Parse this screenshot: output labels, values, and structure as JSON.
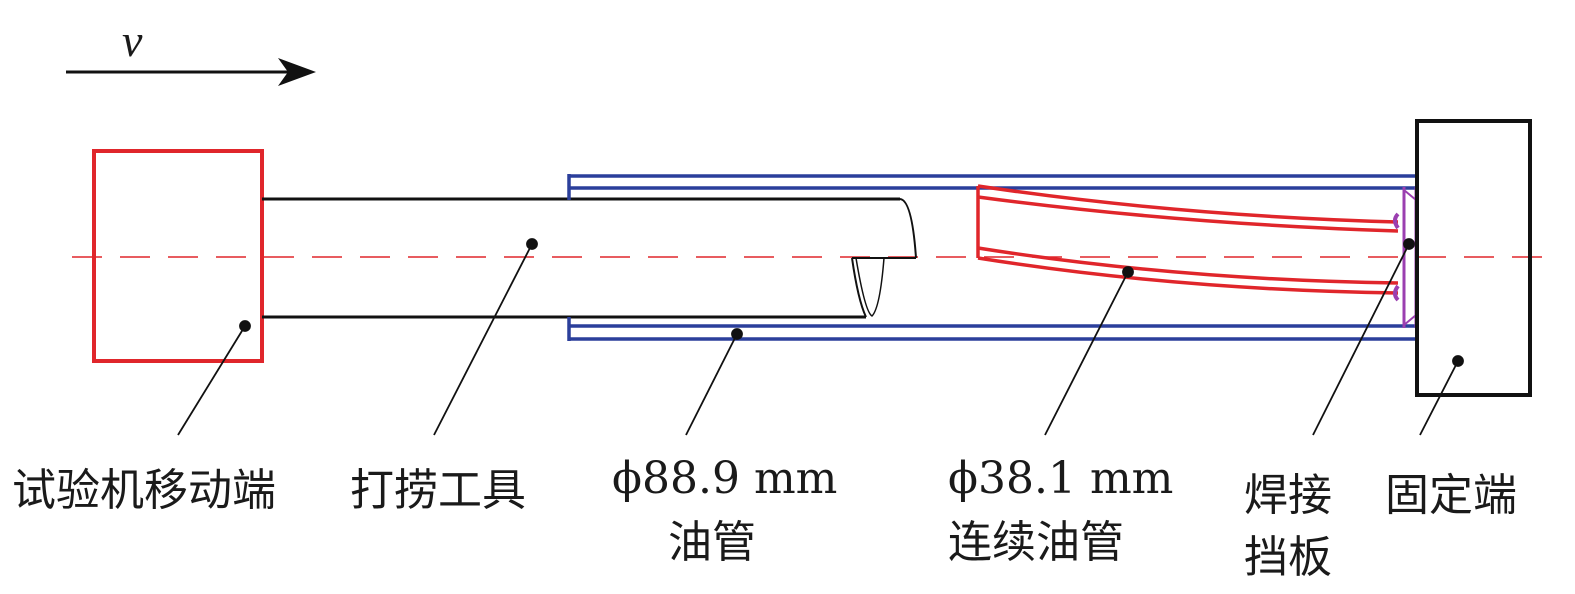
{
  "velocity_symbol": "v",
  "labels": {
    "moving_end": "试验机移动端",
    "fishing_tool": "打捞工具",
    "tubing_88": "ϕ88.9 mm",
    "tubing_88_name": "油管",
    "coiled_38": "ϕ38.1 mm",
    "coiled_38_name": "连续油管",
    "weld_plate_1": "焊接",
    "weld_plate_2": "挡板",
    "fixed_end": "固定端"
  },
  "colors": {
    "moving_end": "#e0262b",
    "outer_tubing": "#2b3f9b",
    "coiled_tubing": "#e0262b",
    "weld_plate": "#9b3fb0",
    "center_line": "#e0262b",
    "line": "#111111"
  }
}
